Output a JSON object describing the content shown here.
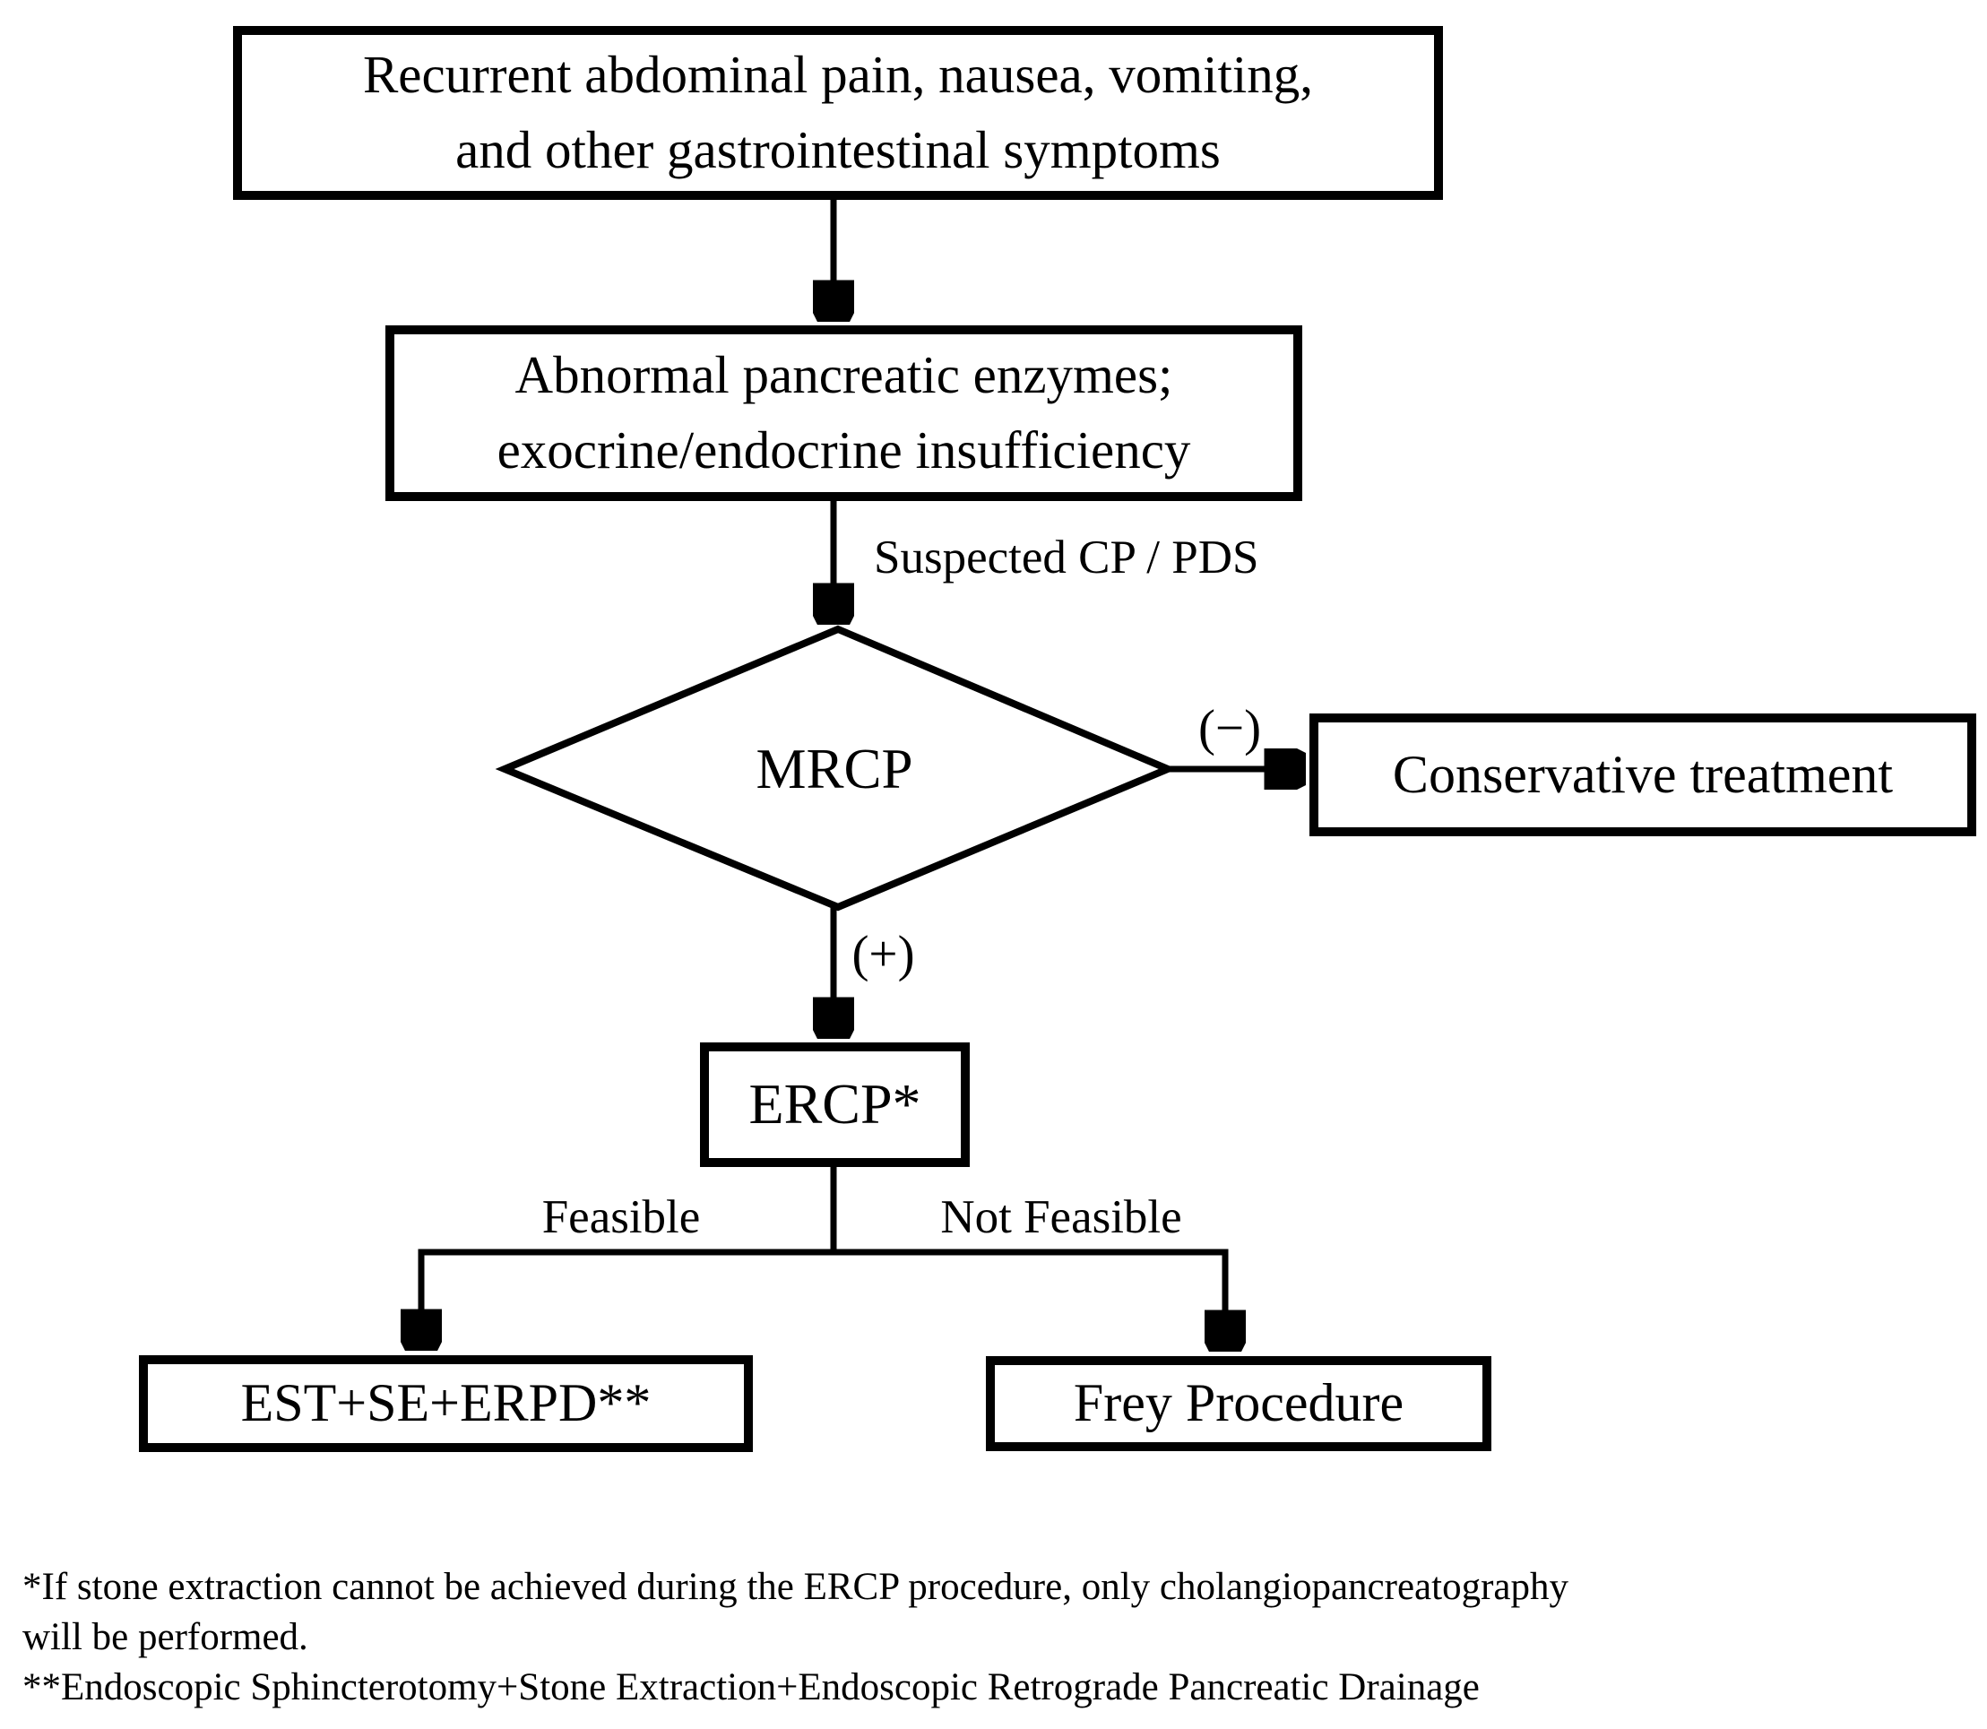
{
  "figure": {
    "type": "flowchart",
    "colors": {
      "line": "#000000",
      "background": "#ffffff",
      "text": "#000000"
    },
    "nodes": {
      "symptoms": {
        "shape": "rectangle",
        "lines": [
          "Recurrent abdominal pain, nausea, vomiting,",
          "and other gastrointestinal symptoms"
        ]
      },
      "enzymes": {
        "shape": "rectangle",
        "lines": [
          "Abnormal pancreatic enzymes;",
          "exocrine/endocrine insufficiency"
        ]
      },
      "mrcp": {
        "shape": "diamond",
        "label": "MRCP"
      },
      "conservative": {
        "shape": "rectangle",
        "label": "Conservative treatment"
      },
      "ercp": {
        "shape": "rectangle",
        "label": "ERCP*"
      },
      "est": {
        "shape": "rectangle",
        "label": "EST+SE+ERPD**"
      },
      "frey": {
        "shape": "rectangle",
        "label": "Frey Procedure"
      }
    },
    "edge_labels": {
      "suspected": "Suspected CP / PDS",
      "negative": "(−)",
      "positive": "(+)",
      "feasible": "Feasible",
      "not_feasible": "Not Feasible"
    },
    "edges": [
      "symptoms -> enzymes",
      "enzymes -> mrcp (Suspected CP / PDS)",
      "mrcp -> conservative ((−))",
      "mrcp -> ercp ((+))",
      "ercp -> est (Feasible)",
      "ercp -> frey (Not Feasible)"
    ],
    "footnotes": [
      "*If stone extraction cannot be achieved during the ERCP procedure, only cholangiopancreatography",
      "will be performed.",
      "**Endoscopic Sphincterotomy+Stone Extraction+Endoscopic Retrograde Pancreatic Drainage"
    ]
  }
}
